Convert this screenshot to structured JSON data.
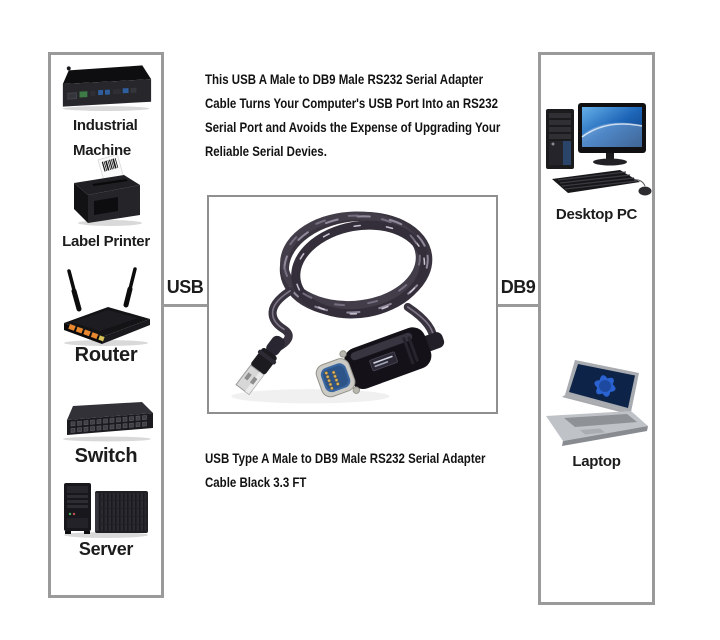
{
  "description": {
    "lines": [
      "This USB A Male to DB9 Male RS232 Serial Adapter",
      "Cable Turns Your Computer's USB Port Into an RS232",
      "Serial Port and Avoids the Expense of Upgrading Your",
      "Reliable Serial Devies."
    ]
  },
  "caption": {
    "lines": [
      "USB Type A Male to DB9 Male RS232 Serial Adapter",
      "Cable Black 3.3 FT"
    ]
  },
  "connector_labels": {
    "left": "USB",
    "right": "DB9"
  },
  "left_panel": {
    "devices": [
      {
        "name": "industrial-machine",
        "label_lines": [
          "Industrial",
          "Machine"
        ]
      },
      {
        "name": "label-printer",
        "label": "Label Printer"
      },
      {
        "name": "router",
        "label": "Router"
      },
      {
        "name": "switch",
        "label": "Switch"
      },
      {
        "name": "server",
        "label": "Server"
      }
    ]
  },
  "right_panel": {
    "devices": [
      {
        "name": "desktop-pc",
        "label": "Desktop PC"
      },
      {
        "name": "laptop",
        "label": "Laptop"
      }
    ]
  },
  "colors": {
    "border_gray": "#9a9a9a",
    "inner_border_gray": "#8f8f8f",
    "text": "#121212",
    "monitor_blue": "#1e66b8",
    "laptop_bloom_blue": "#2e6ae0",
    "router_port_orange": "#e8872e",
    "db9_insert_blue": "#39669f",
    "usb_metal": "#d7d7d7",
    "cable_dark": "#38333e"
  }
}
